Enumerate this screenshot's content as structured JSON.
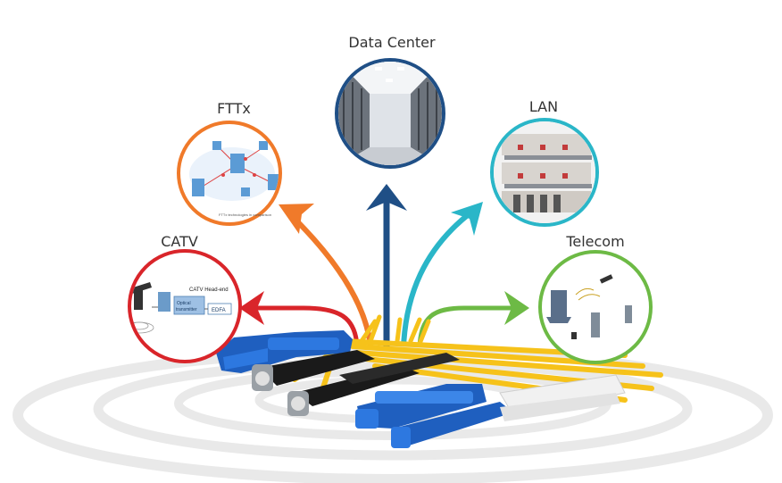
{
  "nodes": {
    "datacenter": {
      "label": "Data Center",
      "color": "#1f4f86",
      "icon": "server-room-icon"
    },
    "fttx": {
      "label": "FTTx",
      "color": "#f07a2a",
      "icon": "network-topology-icon"
    },
    "lan": {
      "label": "LAN",
      "color": "#2ab6c8",
      "icon": "office-building-icon"
    },
    "catv": {
      "label": "CATV",
      "color": "#d9252a",
      "icon": "catv-headend-icon",
      "headend_text": "CATV Head-end",
      "optical_text": "Optical",
      "transmitter_text": "transmitter",
      "edfa_text": "EDFA"
    },
    "telecom": {
      "label": "Telecom",
      "color": "#6dba45",
      "icon": "satellite-telecom-icon"
    }
  },
  "fttx_caption": "FTTx technologies in comparison",
  "cable_color": "#f6c21a",
  "connector_color": "#1f5fbf"
}
